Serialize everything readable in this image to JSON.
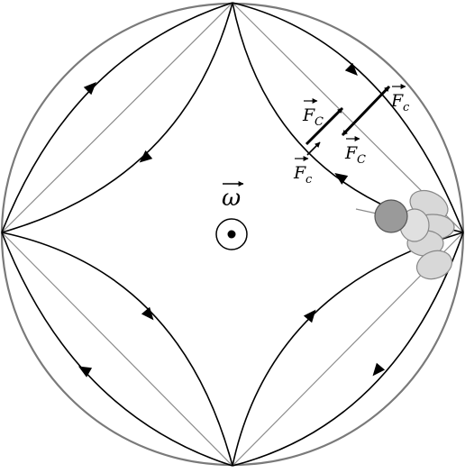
{
  "labels": {
    "omega": "ω",
    "force_symbol": "F",
    "sub_upper": "C",
    "sub_lower": "c"
  },
  "colors": {
    "stroke": "#000000",
    "circle": "#7a7a7a",
    "chord": "#8c8c8c",
    "particle_dark": "#9a9a9a",
    "particle_light": "#d8d8d8"
  },
  "icons": [
    "arrowhead-icon",
    "vector-arrow-icon",
    "dot-in-circle-icon"
  ]
}
